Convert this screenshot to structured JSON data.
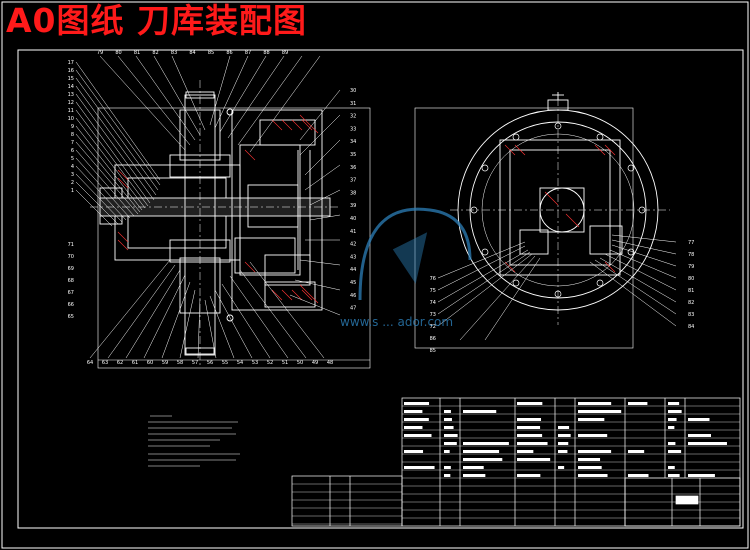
{
  "title": "A0图纸 刀库装配图",
  "colors": {
    "background": "#000000",
    "line": "#ffffff",
    "title": "#ff1a1a",
    "hatch": "#ff3333",
    "watermark": "#2c7fb8"
  },
  "watermark_text": "www.s ... ador.com",
  "left_callouts_top": [
    "79",
    "80",
    "81",
    "82",
    "83",
    "84",
    "85",
    "86",
    "87",
    "88",
    "89"
  ],
  "left_callouts_side": [
    "17",
    "16",
    "15",
    "14",
    "13",
    "12",
    "11",
    "10",
    "9",
    "8",
    "7",
    "6",
    "5",
    "4",
    "3",
    "2",
    "1"
  ],
  "left_callouts_mid": [
    "71",
    "70",
    "69",
    "68",
    "67",
    "66",
    "65"
  ],
  "left_callouts_bottom": [
    "64",
    "63",
    "62",
    "61",
    "60",
    "59",
    "58",
    "57",
    "56",
    "55",
    "54",
    "53",
    "52",
    "51",
    "50",
    "49",
    "48"
  ],
  "right_callouts_section1": [
    "30",
    "31",
    "32",
    "33",
    "34",
    "35",
    "36",
    "37",
    "38",
    "39",
    "40",
    "41",
    "42",
    "43",
    "44",
    "45",
    "46",
    "47"
  ],
  "right_callouts_section2": [
    "77",
    "78",
    "79",
    "80",
    "81",
    "82",
    "83",
    "84"
  ],
  "lower_callouts_section2": [
    "76",
    "75",
    "74",
    "73",
    "72",
    "86",
    "85"
  ]
}
